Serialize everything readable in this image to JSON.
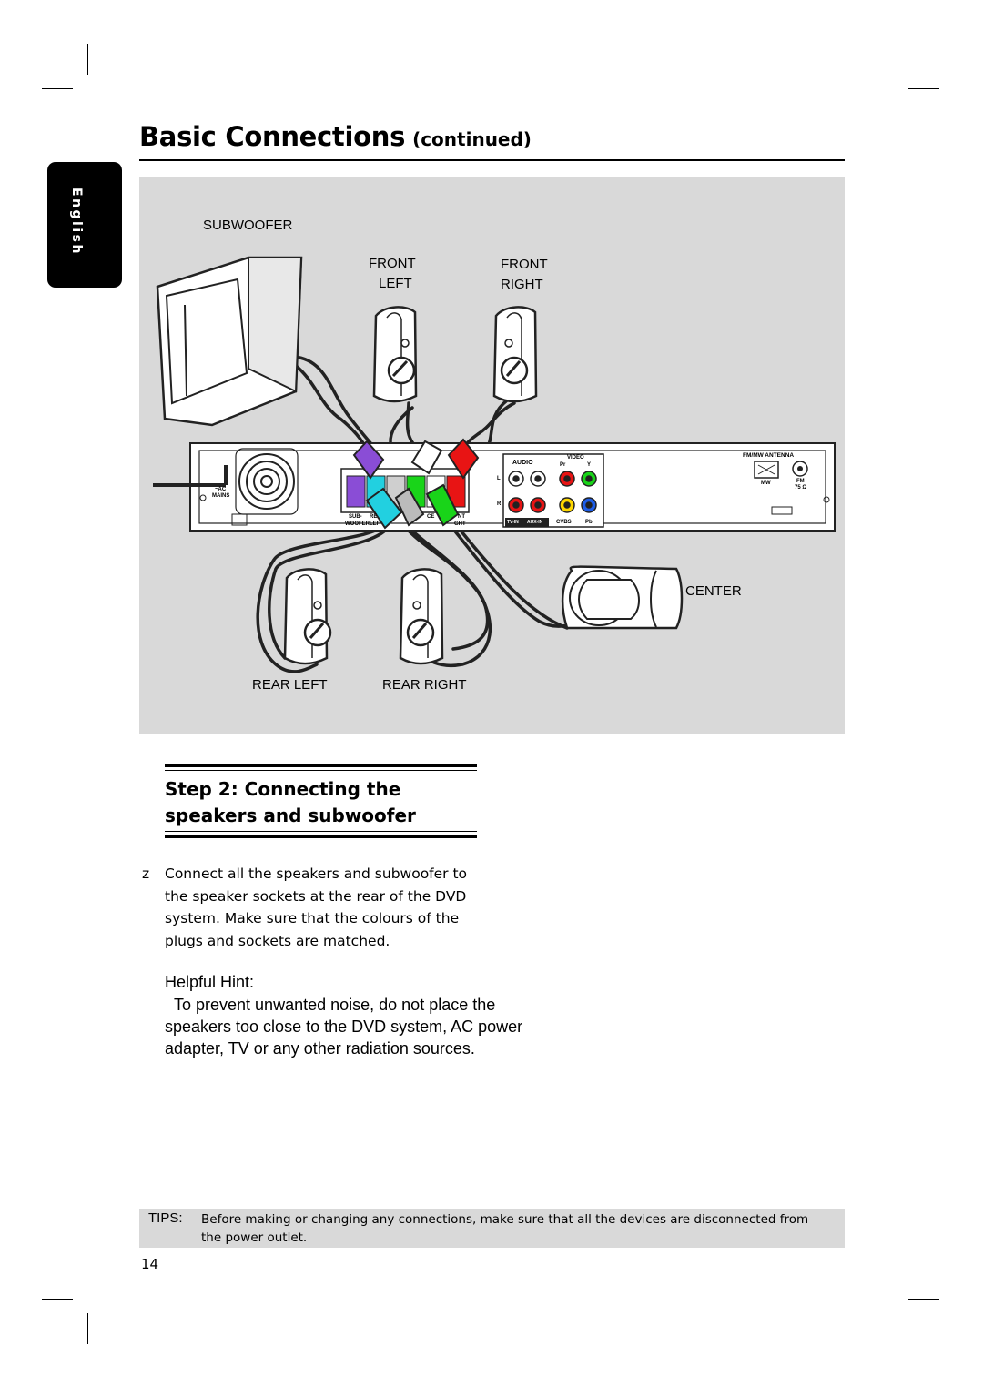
{
  "page": {
    "title": "Basic Connections",
    "title_suffix": "(continued)",
    "language_tab": "English",
    "page_number": "14"
  },
  "figure": {
    "labels": {
      "subwoofer": "SUBWOOFER",
      "front_left_1": "FRONT",
      "front_left_2": "LEFT",
      "front_right_1": "FRONT",
      "front_right_2": "RIGHT",
      "center": "CENTER",
      "rear_left": "REAR LEFT",
      "rear_right": "REAR RIGHT"
    },
    "panel_text": {
      "ac_mains_1": "~AC",
      "ac_mains_2": "MAINS",
      "sub_1": "SUB-",
      "sub_2": "WOOFER",
      "rear_1": "RE",
      "rear_2": "LEF",
      "center_1": "CE",
      "front_1": "NT",
      "front_2": "GHT",
      "audio": "AUDIO",
      "video": "VIDEO",
      "pr": "Pr",
      "y": "Y",
      "l": "L",
      "r": "R",
      "tv_in": "TV-IN",
      "aux_in": "AUX-IN",
      "cvbs": "CVBS",
      "pb": "Pb",
      "antenna": "FM/MW ANTENNA",
      "mw": "MW",
      "fm": "FM",
      "ohm": "75 Ω"
    },
    "plug_colors": {
      "subwoofer": "#8a4dd6",
      "front_left": "#ffffff",
      "front_right": "#e81414",
      "rear_left": "#22d0e0",
      "rear_right": "#a8a8a8",
      "center": "#19d419"
    }
  },
  "step": {
    "heading_line1": "Step 2:  Connecting the",
    "heading_line2": "speakers and subwoofer"
  },
  "instruction": {
    "bullet": "z",
    "text": "Connect all the speakers and subwoofer to the speaker sockets at the rear of the DVD system.  Make sure that the colours of the plugs and sockets are matched."
  },
  "hint": {
    "title": "Helpful Hint:",
    "body": "To prevent unwanted noise, do not place the speakers too close to the DVD system, AC power adapter, TV or any other radiation sources."
  },
  "tips": {
    "label": "TIPS:",
    "text": "Before making or changing any connections, make sure that all the devices are disconnected from the power outlet."
  }
}
